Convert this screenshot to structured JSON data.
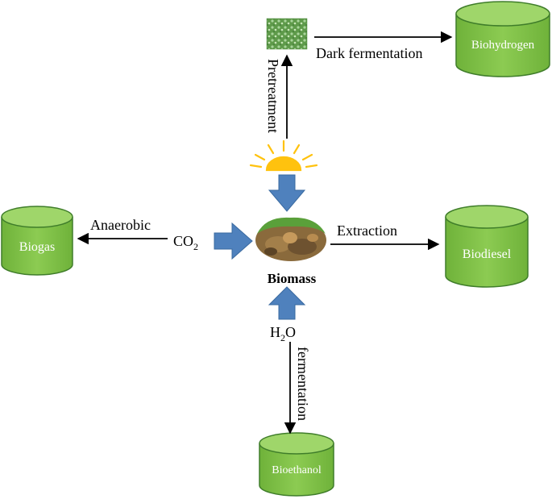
{
  "colors": {
    "cylinder_fill": "#84c44a",
    "cylinder_stroke": "#3f7d2a",
    "cylinder_text": "#ffffff",
    "block_arrow": "#4f81bd",
    "block_arrow_stroke": "#3a6aa0",
    "sun": "#ffc20e",
    "line": "#000000"
  },
  "products": {
    "biohydrogen": "Biohydrogen",
    "biogas": "Biogas",
    "biodiesel": "Biodiesel",
    "bioethanol": "Bioethanol"
  },
  "processes": {
    "dark_fermentation": "Dark fermentation",
    "pretreatment": "Pretreatment",
    "anaerobic": "Anaerobic",
    "extraction": "Extraction",
    "fermentation": "fermentation"
  },
  "inputs": {
    "co2_main": "CO",
    "co2_sub": "2",
    "h2o_h": "H",
    "h2o_sub": "2",
    "h2o_o": "O"
  },
  "center": {
    "label": "Biomass"
  },
  "icons": {
    "sun": "sun-icon",
    "biomass": "biomass-image",
    "algae": "algae-image"
  }
}
